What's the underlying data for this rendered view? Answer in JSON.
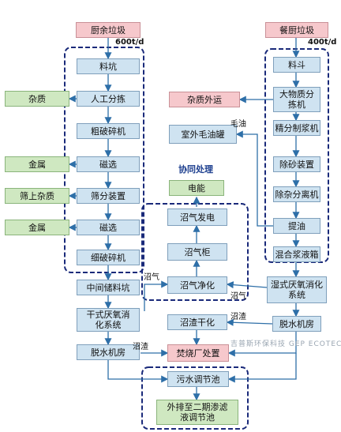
{
  "nodes": {
    "kitchen_waste": "厨余垃圾",
    "restaurant_waste": "餐厨垃圾",
    "material_pit": "料坑",
    "manual_sorting": "人工分拣",
    "coarse_crusher": "粗破碎机",
    "magnetic_sep_1": "磁选",
    "screening": "筛分装置",
    "magnetic_sep_2": "磁选",
    "fine_crusher": "细破碎机",
    "intermediate_pit": "中间储料坑",
    "dry_anaerobic": "干式厌氧消化系统",
    "dewatering_left": "脱水机房",
    "impurities": "杂质",
    "metal_1": "金属",
    "screen_impurities": "筛上杂质",
    "metal_2": "金属",
    "hopper": "料斗",
    "large_sorting": "大物质分拣机",
    "fine_pulping": "精分制浆机",
    "desanding": "除砂装置",
    "impurity_separator": "除杂分离机",
    "oil_extraction": "提油",
    "mixing_tank": "混合浆液箱",
    "wet_anaerobic": "湿式厌氧消化系统",
    "dewatering_right": "脱水机房",
    "impurities_out": "杂质外运",
    "oil_tank": "室外毛油罐",
    "electricity": "电能",
    "biogas_gen": "沼气发电",
    "gas_holder": "沼气柜",
    "biogas_purify": "沼气净化",
    "digestate_dry": "沼渣干化",
    "incineration": "焚烧厂处置",
    "sewage_tank": "污水调节池",
    "leachate_pool": "外排至二期渗滤液调节池"
  },
  "labels": {
    "capacity_left": "600t/d",
    "capacity_right": "400t/d",
    "co_treatment": "协同处理",
    "crude_oil": "毛油",
    "biogas_left": "沼气",
    "biogas_right": "沼气",
    "digestate_right": "沼渣",
    "digestate_left": "沼渣",
    "watermark": "吉普斯环保科技 GEP ECOTECH"
  },
  "colors": {
    "process": "#cfe3f1",
    "source": "#f6c8cc",
    "output": "#cfe8c1",
    "arrow": "#2e6fa8",
    "dashed": "#1a2a7a"
  }
}
